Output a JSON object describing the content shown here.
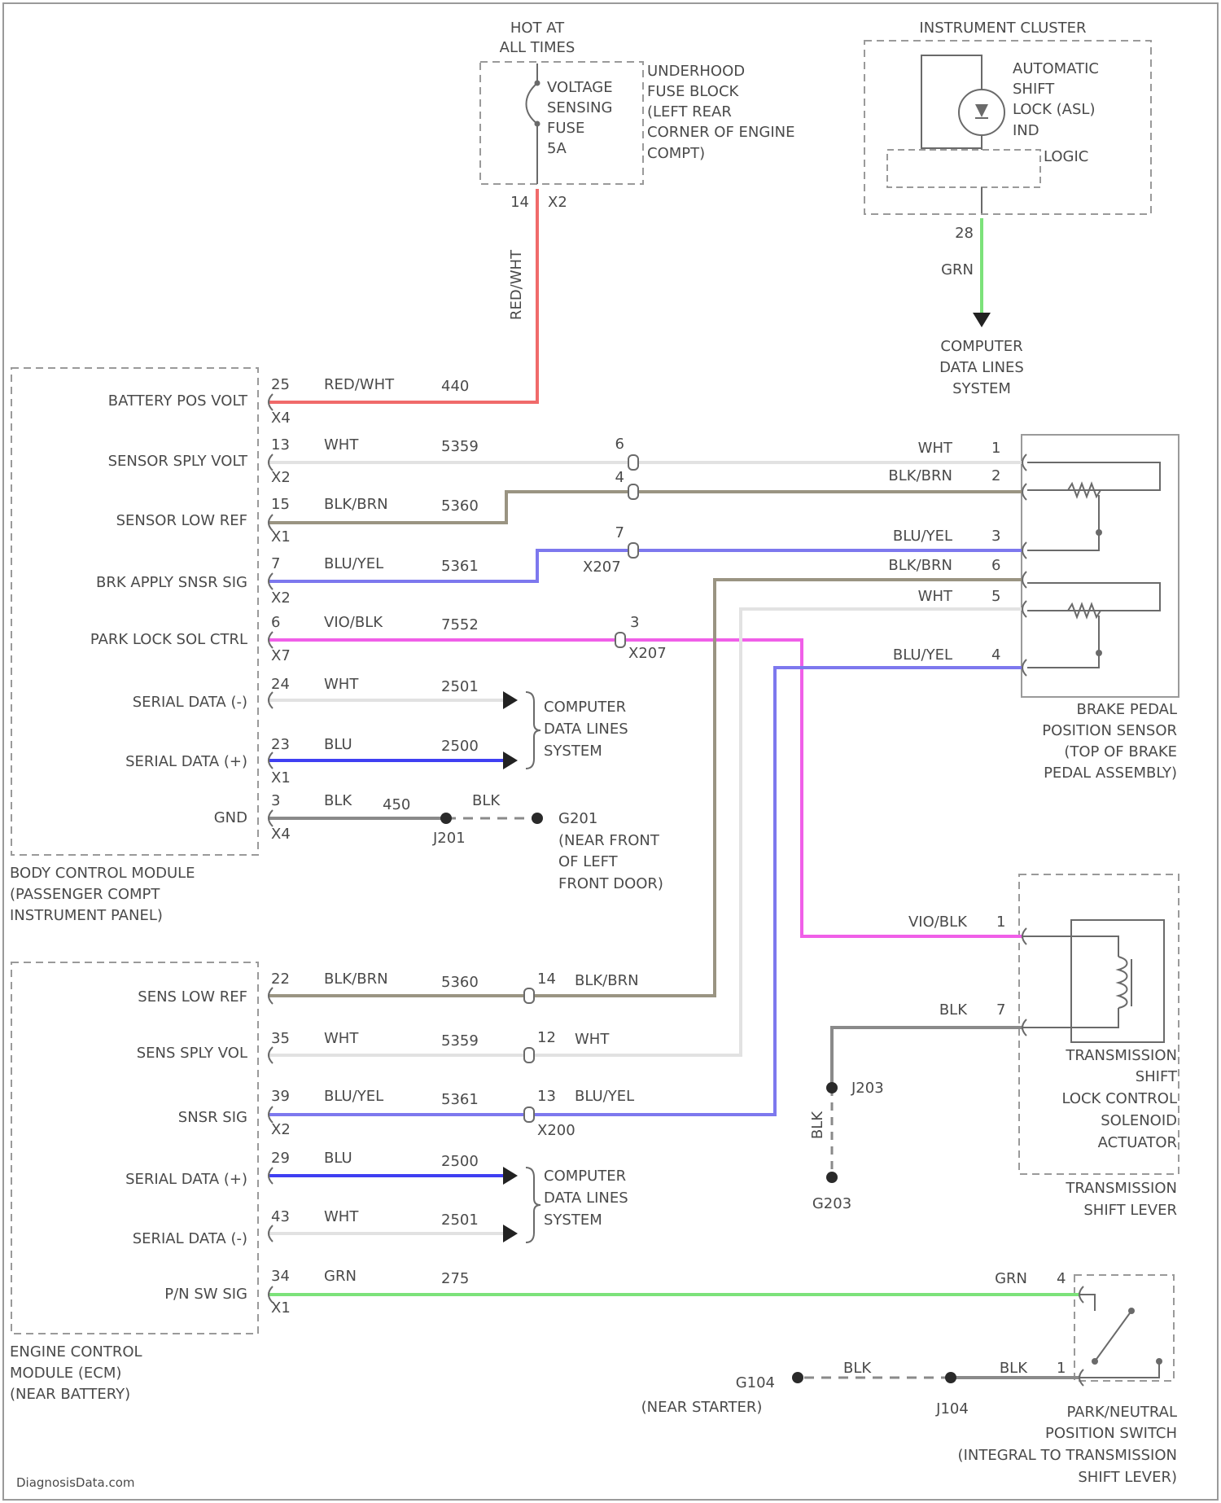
{
  "colors": {
    "red": "#f06a6a",
    "white": "#e2e2e2",
    "blk_brn": "#9a9482",
    "blu_yel": "#7d78ee",
    "vio_blk": "#f05fe8",
    "blu": "#3f3ff2",
    "blk": "#8a8a8a",
    "grn": "#7ce27a",
    "ink": "#6a6a6a"
  },
  "fuse": {
    "hot": "HOT AT",
    "hot2": "ALL TIMES",
    "name": [
      "VOLTAGE",
      "SENSING",
      "FUSE",
      "5A"
    ],
    "location": [
      "UNDERHOOD",
      "FUSE BLOCK",
      "(LEFT REAR",
      "CORNER OF ENGINE",
      "COMPT)"
    ],
    "pin": "14",
    "conn": "X2",
    "wire": "RED/WHT"
  },
  "cluster": {
    "title": "INSTRUMENT CLUSTER",
    "ind": [
      "AUTOMATIC",
      "SHIFT",
      "LOCK (ASL)",
      "IND"
    ],
    "logic": "LOGIC",
    "pin": "28",
    "wire": "GRN",
    "dest": [
      "COMPUTER",
      "DATA LINES",
      "SYSTEM"
    ]
  },
  "bcm": {
    "name": [
      "BODY CONTROL MODULE",
      "(PASSENGER COMPT",
      "INSTRUMENT PANEL)"
    ],
    "rows": [
      {
        "label": "BATTERY POS VOLT",
        "pin": "25",
        "conn": "X4",
        "wire": "RED/WHT",
        "circuit": "440"
      },
      {
        "label": "SENSOR SPLY VOLT",
        "pin": "13",
        "conn": "X2",
        "wire": "WHT",
        "circuit": "5359"
      },
      {
        "label": "SENSOR LOW REF",
        "pin": "15",
        "conn": "X1",
        "wire": "BLK/BRN",
        "circuit": "5360"
      },
      {
        "label": "BRK APPLY SNSR SIG",
        "pin": "7",
        "conn": "X2",
        "wire": "BLU/YEL",
        "circuit": "5361"
      },
      {
        "label": "PARK LOCK SOL CTRL",
        "pin": "6",
        "conn": "X7",
        "wire": "VIO/BLK",
        "circuit": "7552"
      },
      {
        "label": "SERIAL DATA (-)",
        "pin": "24",
        "conn": "",
        "wire": "WHT",
        "circuit": "2501"
      },
      {
        "label": "SERIAL DATA (+)",
        "pin": "23",
        "conn": "X1",
        "wire": "BLU",
        "circuit": "2500"
      },
      {
        "label": "GND",
        "pin": "3",
        "conn": "X4",
        "wire": "BLK",
        "circuit": "450"
      }
    ],
    "ground_wire": "BLK",
    "splice": "J201",
    "ground": "G201",
    "ground_loc": [
      "(NEAR FRONT",
      "OF LEFT",
      "FRONT DOOR)"
    ],
    "data_dest": [
      "COMPUTER",
      "DATA LINES",
      "SYSTEM"
    ]
  },
  "inline": {
    "x207": "X207",
    "pins": [
      "6",
      "4",
      "7",
      "3"
    ]
  },
  "brake": {
    "name": [
      "BRAKE PEDAL",
      "POSITION SENSOR",
      "(TOP OF BRAKE",
      "PEDAL ASSEMBLY)"
    ],
    "pins": [
      {
        "wire": "WHT",
        "pin": "1"
      },
      {
        "wire": "BLK/BRN",
        "pin": "2"
      },
      {
        "wire": "BLU/YEL",
        "pin": "3"
      },
      {
        "wire": "BLK/BRN",
        "pin": "6"
      },
      {
        "wire": "WHT",
        "pin": "5"
      },
      {
        "wire": "BLU/YEL",
        "pin": "4"
      }
    ]
  },
  "ecm": {
    "name": [
      "ENGINE CONTROL",
      "MODULE (ECM)",
      "(NEAR BATTERY)"
    ],
    "rows": [
      {
        "label": "SENS LOW REF",
        "pin": "22",
        "conn": "",
        "wire": "BLK/BRN",
        "circuit": "5360",
        "ipin": "14",
        "iwire": "BLK/BRN"
      },
      {
        "label": "SENS SPLY VOL",
        "pin": "35",
        "conn": "",
        "wire": "WHT",
        "circuit": "5359",
        "ipin": "12",
        "iwire": "WHT"
      },
      {
        "label": "SNSR SIG",
        "pin": "39",
        "conn": "X2",
        "wire": "BLU/YEL",
        "circuit": "5361",
        "ipin": "13",
        "iwire": "BLU/YEL"
      },
      {
        "label": "SERIAL DATA (+)",
        "pin": "29",
        "conn": "",
        "wire": "BLU",
        "circuit": "2500"
      },
      {
        "label": "SERIAL DATA (-)",
        "pin": "43",
        "conn": "",
        "wire": "WHT",
        "circuit": "2501"
      },
      {
        "label": "P/N SW SIG",
        "pin": "34",
        "conn": "X1",
        "wire": "GRN",
        "circuit": "275"
      }
    ],
    "x200": "X200",
    "data_dest": [
      "COMPUTER",
      "DATA LINES",
      "SYSTEM"
    ]
  },
  "solenoid": {
    "name": [
      "TRANSMISSION",
      "SHIFT",
      "LOCK CONTROL",
      "SOLENOID",
      "ACTUATOR"
    ],
    "lever": [
      "TRANSMISSION",
      "SHIFT LEVER"
    ],
    "pin1": {
      "wire": "VIO/BLK",
      "pin": "1"
    },
    "pin2": {
      "wire": "BLK",
      "pin": "7"
    },
    "splice": "J203",
    "gwire": "BLK",
    "ground": "G203"
  },
  "pnp": {
    "name": [
      "PARK/NEUTRAL",
      "POSITION SWITCH",
      "(INTEGRAL TO TRANSMISSION",
      "SHIFT LEVER)"
    ],
    "pin_top": {
      "wire": "GRN",
      "pin": "4"
    },
    "pin_bot": {
      "wire": "BLK",
      "pin": "1"
    },
    "splice": "J104",
    "ground": "G104",
    "ground_loc": "(NEAR STARTER)",
    "gwire1": "BLK",
    "gwire2": "BLK"
  },
  "watermark": "DiagnosisData.com"
}
